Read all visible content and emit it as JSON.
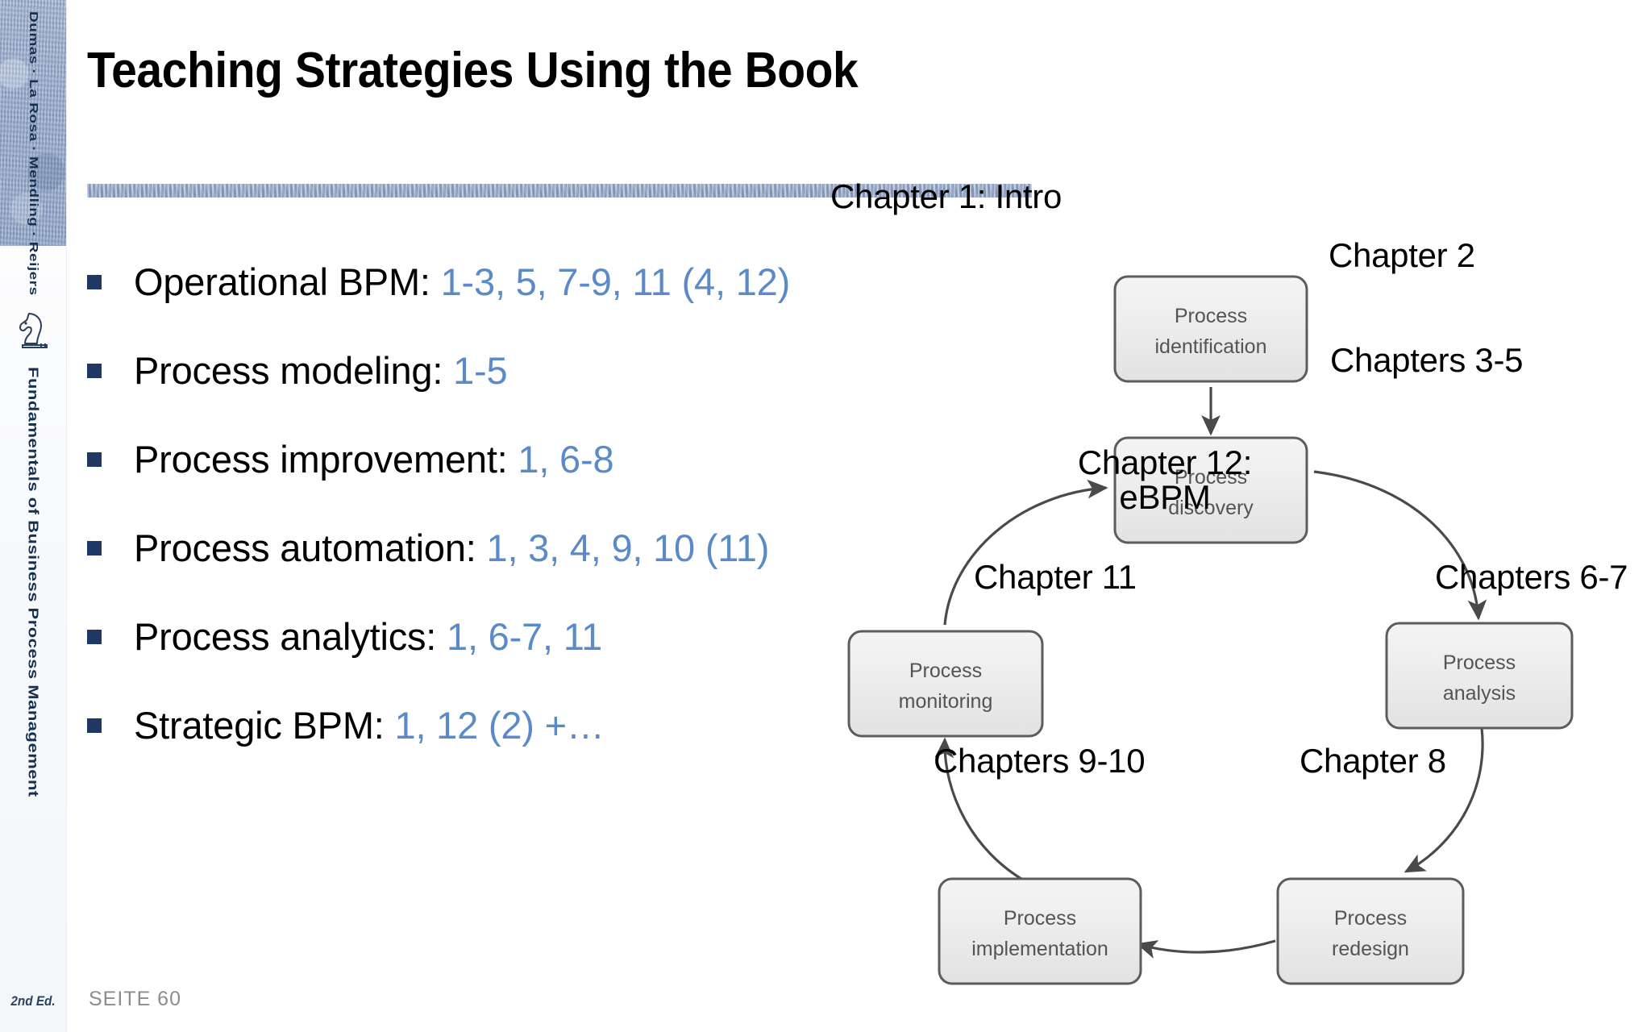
{
  "spine": {
    "authors": "Dumas · La Rosa · Mendling · Reijers",
    "book_title": "Fundamentals of Business Process Management",
    "edition": "2nd Ed.",
    "logo_icon": "knight-chess-piece-icon",
    "band_color": "#93a6c6"
  },
  "slide": {
    "title": "Teaching Strategies Using the Book",
    "page_label": "SEITE 60",
    "divider_color": "#93a5c4",
    "accent_blue": "#5b8ac8",
    "bullet_color": "#1f3864"
  },
  "bullets": [
    {
      "label": "Operational BPM: ",
      "chapters": "1-3, 5, 7-9, 11 (4, 12)"
    },
    {
      "label": "Process modeling: ",
      "chapters": "1-5"
    },
    {
      "label": "Process improvement: ",
      "chapters": "1, 6-8"
    },
    {
      "label": "Process automation: ",
      "chapters": "1, 3, 4, 9, 10 (11)"
    },
    {
      "label": "Process analytics: ",
      "chapters": "1, 6-7, 11"
    },
    {
      "label": "Strategic BPM: ",
      "chapters": "1, 12 (2) +…"
    }
  ],
  "diagram": {
    "name": "bpm-lifecycle",
    "boxes": [
      {
        "id": "process-identification",
        "line1": "Process",
        "line2": "identification"
      },
      {
        "id": "process-discovery",
        "line1": "Process",
        "line2": "discovery"
      },
      {
        "id": "process-analysis",
        "line1": "Process",
        "line2": "analysis"
      },
      {
        "id": "process-redesign",
        "line1": "Process",
        "line2": "redesign"
      },
      {
        "id": "process-implementation",
        "line1": "Process",
        "line2": "implementation"
      },
      {
        "id": "process-monitoring",
        "line1": "Process",
        "line2": "monitoring"
      }
    ],
    "annotations": {
      "intro": "Chapter 1: Intro",
      "identification": "Chapter 2",
      "discovery": "Chapters 3-5",
      "analysis": "Chapters 6-7",
      "redesign": "Chapter 8",
      "implementation": "Chapters 9-10",
      "monitoring": "Chapter 11",
      "center_line1": "Chapter 12:",
      "center_line2": "eBPM"
    }
  }
}
